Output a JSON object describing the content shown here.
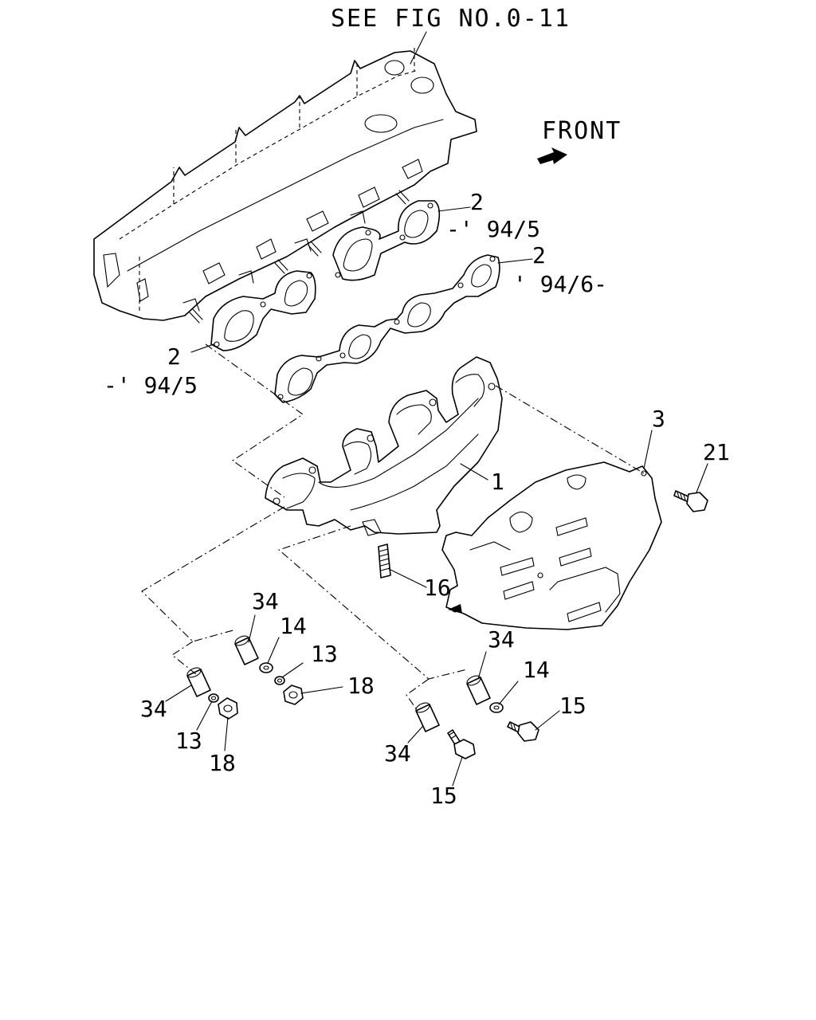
{
  "header": {
    "reference": "SEE FIG NO.0-11"
  },
  "direction": {
    "label": "FRONT"
  },
  "callouts": [
    {
      "id": "c1",
      "number": "1"
    },
    {
      "id": "c2a",
      "number": "2",
      "note": "-' 94/5"
    },
    {
      "id": "c2b",
      "number": "2",
      "note": "' 94/6-"
    },
    {
      "id": "c2c",
      "number": "2",
      "note": "-' 94/5"
    },
    {
      "id": "c3",
      "number": "3"
    },
    {
      "id": "c21",
      "number": "21"
    },
    {
      "id": "c16",
      "number": "16"
    },
    {
      "id": "c34a",
      "number": "34"
    },
    {
      "id": "c14a",
      "number": "14"
    },
    {
      "id": "c13a",
      "number": "13"
    },
    {
      "id": "c18a",
      "number": "18"
    },
    {
      "id": "c34b",
      "number": "34"
    },
    {
      "id": "c13b",
      "number": "13"
    },
    {
      "id": "c18b",
      "number": "18"
    },
    {
      "id": "c34c",
      "number": "34"
    },
    {
      "id": "c14b",
      "number": "14"
    },
    {
      "id": "c15a",
      "number": "15"
    },
    {
      "id": "c34d",
      "number": "34"
    },
    {
      "id": "c15b",
      "number": "15"
    }
  ]
}
